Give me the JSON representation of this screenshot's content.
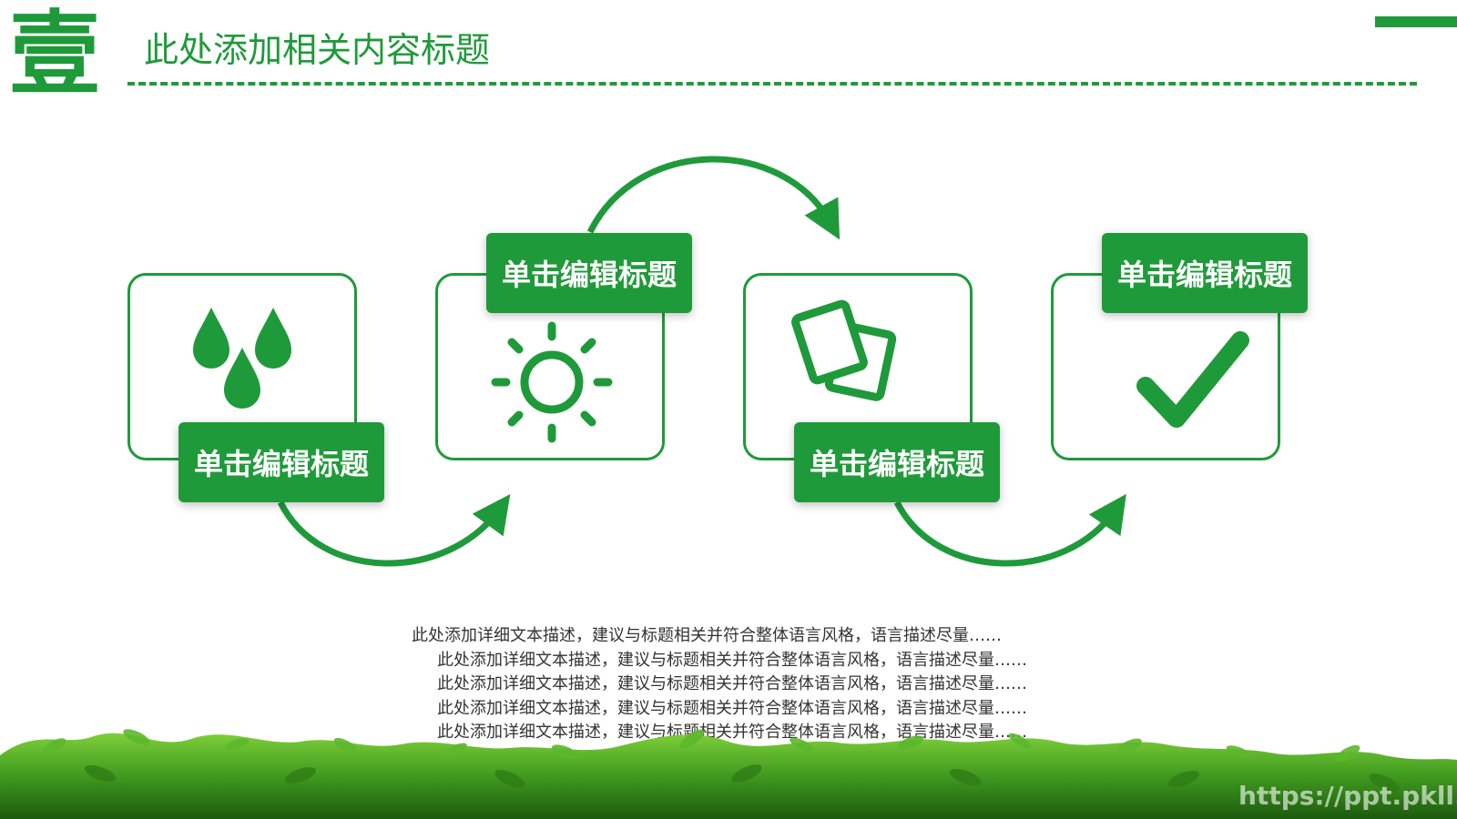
{
  "header": {
    "number_mark": "壹",
    "title": "此处添加相关内容标题"
  },
  "colors": {
    "accent": "#1f9a3a",
    "text": "#333333"
  },
  "steps": [
    {
      "label": "单击编辑标题",
      "icon": "water-drops-icon"
    },
    {
      "label": "单击编辑标题",
      "icon": "sun-icon"
    },
    {
      "label": "单击编辑标题",
      "icon": "cards-icon"
    },
    {
      "label": "单击编辑标题",
      "icon": "checkmark-icon"
    }
  ],
  "description": {
    "lines": [
      "此处添加详细文本描述，建议与标题相关并符合整体语言风格，语言描述尽量……",
      "此处添加详细文本描述，建议与标题相关并符合整体语言风格，语言描述尽量……",
      "此处添加详细文本描述，建议与标题相关并符合整体语言风格，语言描述尽量……",
      "此处添加详细文本描述，建议与标题相关并符合整体语言风格，语言描述尽量……",
      "此处添加详细文本描述，建议与标题相关并符合整体语言风格，语言描述尽量……"
    ]
  },
  "watermark": "https://ppt.pkll.de"
}
